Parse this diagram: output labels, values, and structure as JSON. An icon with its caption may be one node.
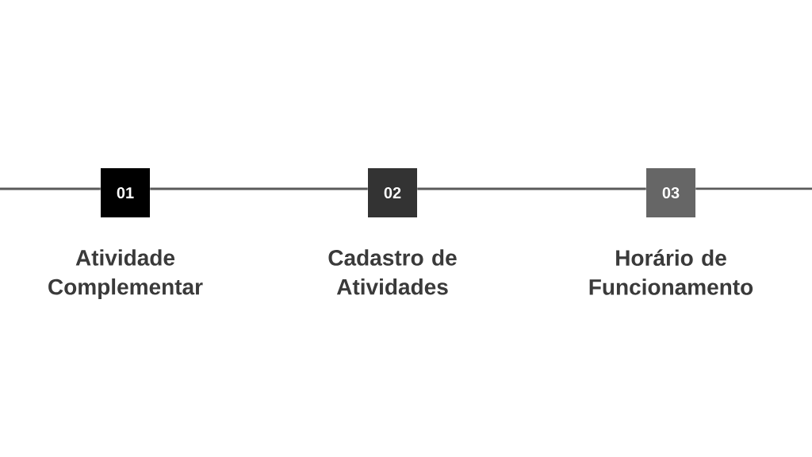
{
  "diagram": {
    "nodes": [
      {
        "text": [
          "01"
        ],
        "beside": [
          "Atividade Complementar"
        ]
      },
      {
        "text": [
          "02"
        ],
        "beside": [
          "Cadastro de Atividades"
        ]
      },
      {
        "text": [
          "03"
        ],
        "beside": [
          "Horário de Funcionamento"
        ]
      }
    ],
    "edges": [
      {
        "from": null,
        "to": 0,
        "arrow": "none"
      },
      {
        "from": 0,
        "to": 1,
        "arrow": "none"
      },
      {
        "from": 1,
        "to": 2,
        "arrow": "none"
      },
      {
        "from": 2,
        "to": null,
        "arrow": "none"
      }
    ]
  }
}
